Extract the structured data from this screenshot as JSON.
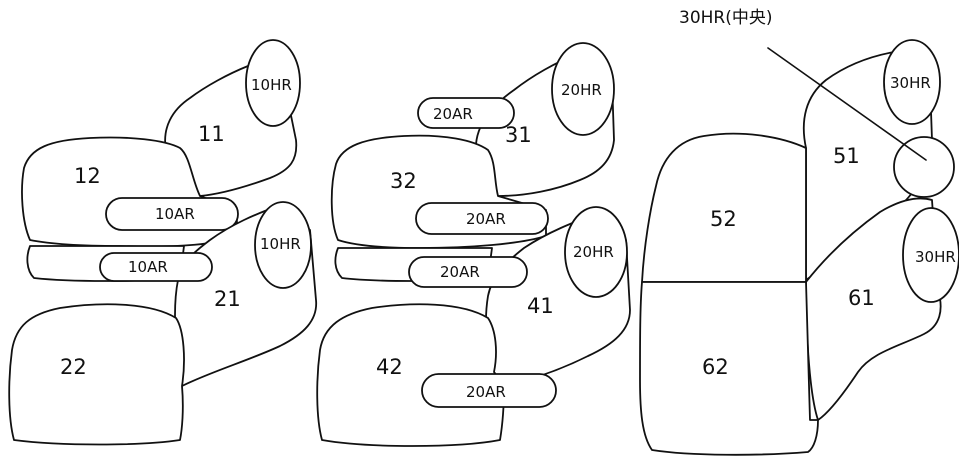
{
  "callout_label": "30HR(中央)",
  "parts": {
    "p11": "11",
    "p12": "12",
    "p21": "21",
    "p22": "22",
    "p31": "31",
    "p32": "32",
    "p41": "41",
    "p42": "42",
    "p51": "51",
    "p52": "52",
    "p61": "61",
    "p62": "62"
  },
  "headrests": {
    "hr10_upper": "10HR",
    "hr10_lower": "10HR",
    "hr20_upper": "20HR",
    "hr20_lower": "20HR",
    "hr30_upper": "30HR",
    "hr30_lower": "30HR"
  },
  "armrests": {
    "ar10_upper": "10AR",
    "ar10_lower": "10AR",
    "ar20_side": "20AR",
    "ar20_upper": "20AR",
    "ar20_lower": "20AR",
    "ar20_front": "20AR"
  },
  "colors": {
    "stroke": "#111111",
    "background": "#ffffff"
  }
}
